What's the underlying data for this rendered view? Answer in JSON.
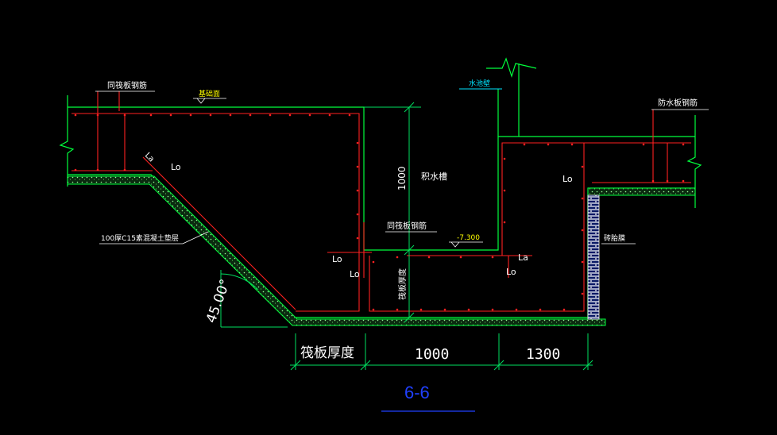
{
  "drawing": {
    "section_title": "6-6",
    "colors": {
      "background": "#000000",
      "concrete": "#00ff3c",
      "rebar": "#ff2020",
      "dimension": "#00e060",
      "text": "#ffffff",
      "brick": "#2f6bff",
      "title": "#2040ff",
      "leader_cyan": "#00e5ff"
    },
    "labels": {
      "raft_rebar_left": "同筏板钢筋",
      "raft_rebar_mid": "同筏板钢筋",
      "foundation_face": "基础面",
      "water_level": "水池壁",
      "waterproof_rebar": "防水板钢筋",
      "sump": "积水槽",
      "cushion": "100厚C15素混凝土垫层",
      "brick_mold": "砖胎膜",
      "raft_thickness_vertical": "筏板厚度",
      "depth_vertical": "1000",
      "elevation": "-7.300",
      "angle": "45.00°",
      "lo_marks": [
        "La",
        "Lo",
        "Lo",
        "Lo",
        "La",
        "Lo",
        "Lo"
      ]
    },
    "dimensions": [
      "筏板厚度",
      "1000",
      "1300"
    ]
  }
}
